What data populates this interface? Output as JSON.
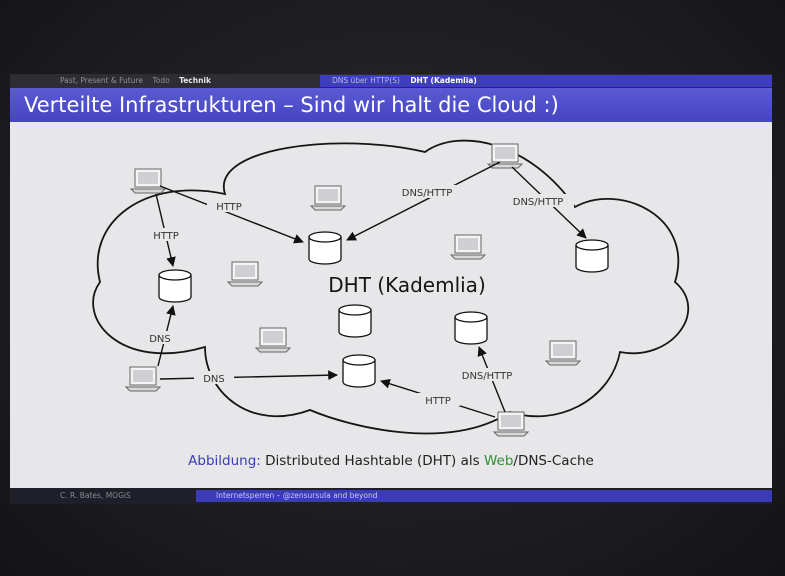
{
  "nav": {
    "sections": [
      "Past, Present & Future",
      "Todo",
      "Technik"
    ],
    "active_section": "Technik",
    "subsections": [
      "DNS über HTTP(S)",
      "DHT (Kademlia)"
    ],
    "active_subsection": "DHT (Kademlia)"
  },
  "slide": {
    "title": "Verteilte Infrastrukturen – Sind wir halt die Cloud :)"
  },
  "diagram": {
    "center_label": "DHT (Kademlia)",
    "edge_labels": [
      "HTTP",
      "HTTP",
      "DNS/HTTP",
      "DNS/HTTP",
      "DNS",
      "DNS",
      "DNS/HTTP",
      "HTTP"
    ]
  },
  "caption": {
    "label": "Abbildung:",
    "text_before": "Distributed Hashtable (DHT) als ",
    "web": "Web",
    "text_after": "/DNS-Cache"
  },
  "footer": {
    "author": "C. R. Bates, MOGiS",
    "talk_title": "Internetsperren – @zensursula and beyond"
  },
  "colors": {
    "title_bar": "#4a4ac8",
    "nav_highlight": "#3d3dbd",
    "caption_label": "#3b3bb8",
    "caption_web": "#2f8f2f"
  }
}
